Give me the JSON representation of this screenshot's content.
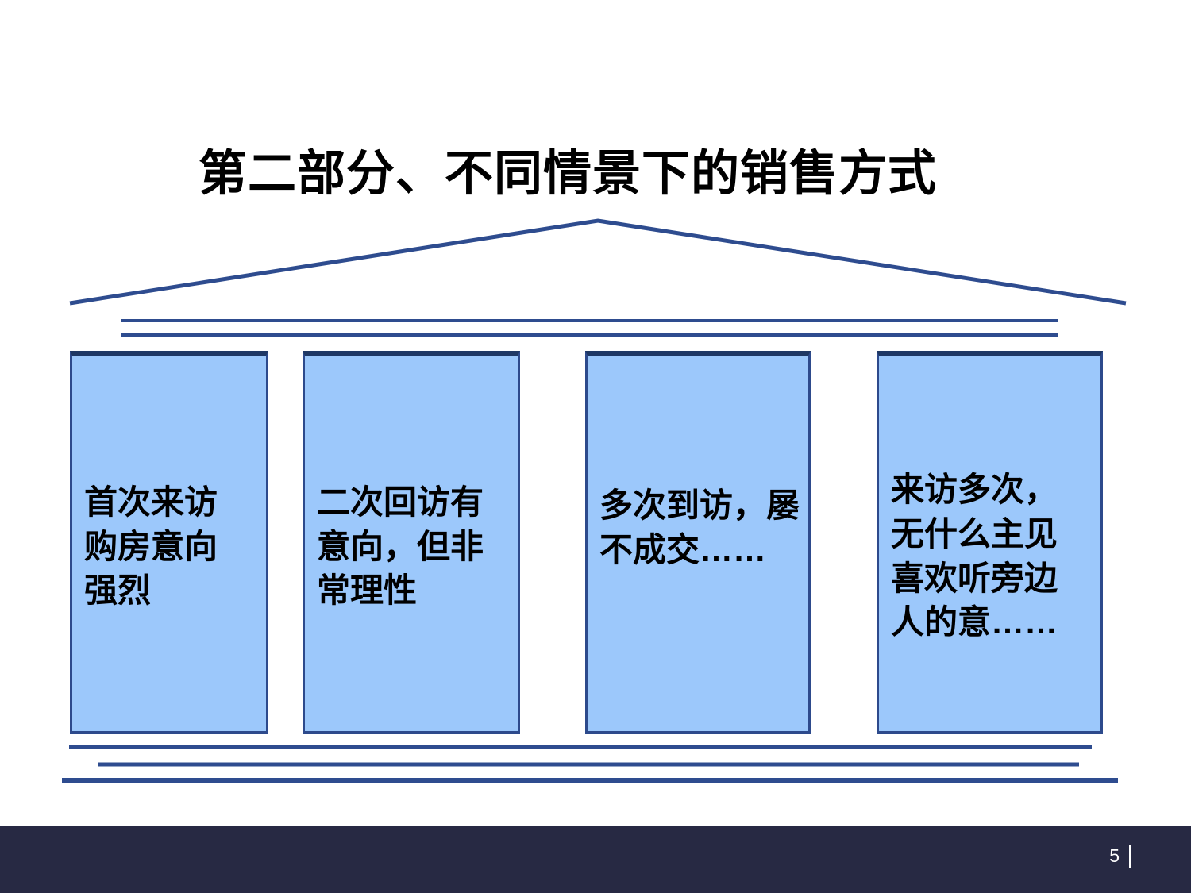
{
  "slide": {
    "title": "第二部分、不同情景下的销售方式"
  },
  "pillars": [
    {
      "id": "first-visit-strong-intent",
      "text": "首次来访\n购房意向\n强烈"
    },
    {
      "id": "second-visit-rational",
      "text": "二次回访有\n意向，但非\n常理性"
    },
    {
      "id": "many-visits-no-deal",
      "text": "多次到访，屡\n不成交……"
    },
    {
      "id": "many-visits-no-opinion",
      "text": "来访多次，\n无什么主见\n喜欢听旁边\n人的意……"
    }
  ],
  "footer": {
    "page_number": "5"
  },
  "colors": {
    "accent_navy": "#2e4c8f",
    "pillar_fill": "#9cc8fb",
    "pillar_border": "#2d4a8c",
    "pillar_top_border": "#1f3864",
    "footer_background": "#272943",
    "title_color": "#000000"
  }
}
